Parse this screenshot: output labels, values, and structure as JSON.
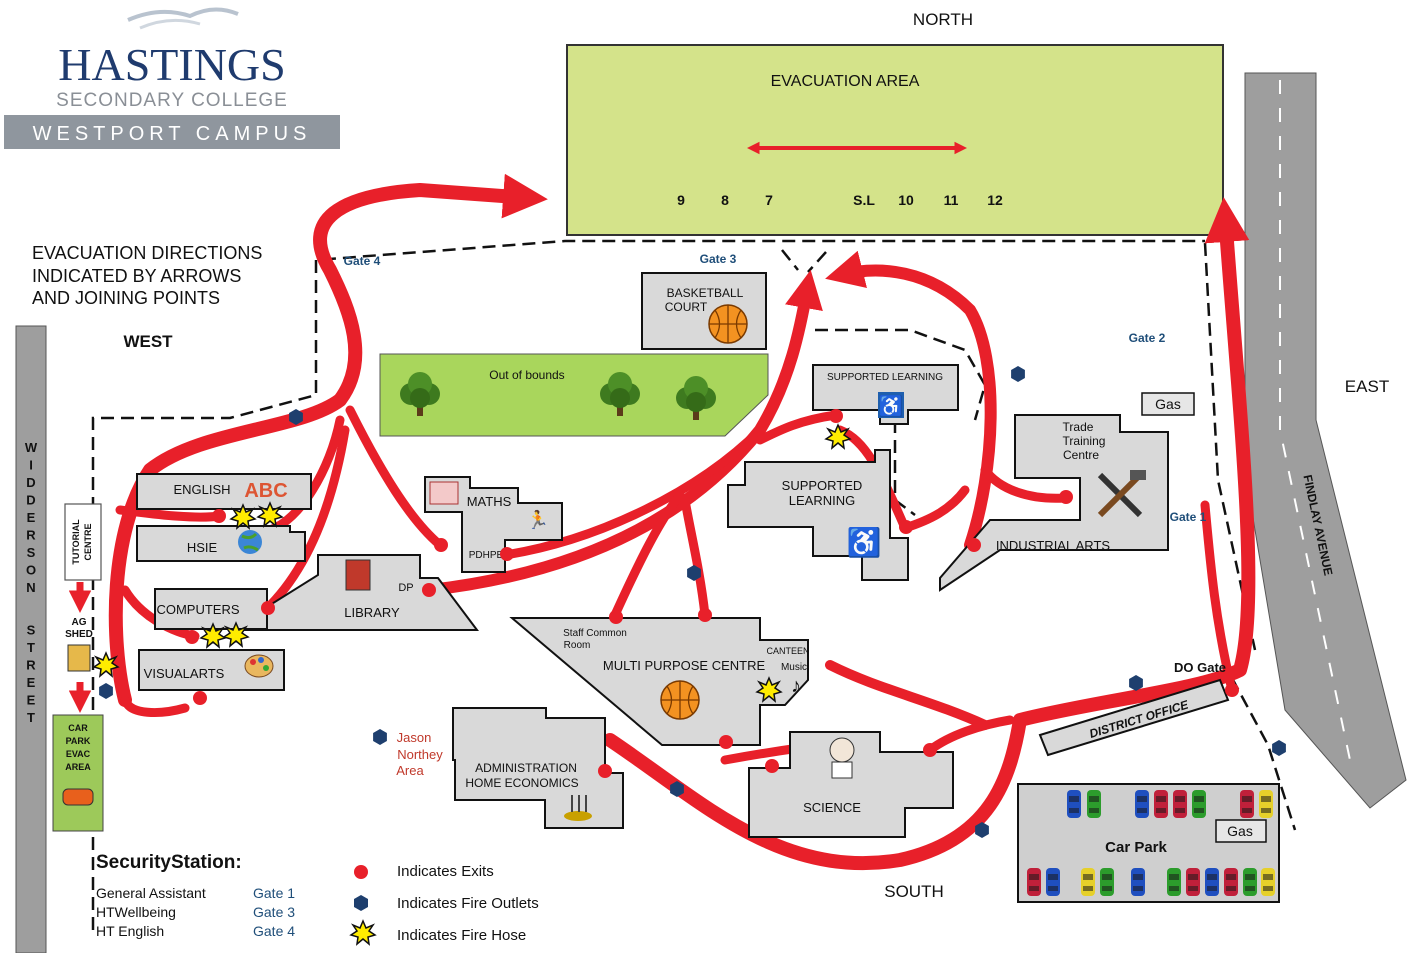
{
  "header": {
    "school": "HASTINGS",
    "college": "SECONDARY COLLEGE",
    "campus": "WESTPORT CAMPUS"
  },
  "compass": {
    "north": "NORTH",
    "south": "SOUTH",
    "east": "EAST",
    "west": "WEST"
  },
  "directions_note": [
    "EVACUATION DIRECTIONS",
    "INDICATED BY ARROWS",
    "AND JOINING POINTS"
  ],
  "evacuation": {
    "title": "EVACUATION AREA",
    "points": [
      "9",
      "8",
      "7",
      "S.L",
      "10",
      "11",
      "12"
    ]
  },
  "streets": {
    "west": "WIDDERSON STREET",
    "east": "FINDLAY AVENUE"
  },
  "gates": {
    "gate4": "Gate 4",
    "gate3": "Gate 3",
    "gate2": "Gate 2",
    "gate1": "Gate 1",
    "do_gate": "DO Gate"
  },
  "buildings": {
    "basketball": [
      "BASKETBALL",
      "COURT"
    ],
    "out_of_bounds": "Out of bounds",
    "supported_learning_top": "SUPPORTED LEARNING",
    "gas_top": "Gas",
    "trade_training": [
      "Trade",
      "Training",
      "Centre"
    ],
    "english": "ENGLISH",
    "hsie": "HSIE",
    "maths": "MATHS",
    "pdhpe": "PDHPE",
    "supported_learning": [
      "SUPPORTED",
      "LEARNING"
    ],
    "industrial_arts": "INDUSTRIAL ARTS",
    "tutorial_centre": [
      "TUTORIAL",
      "CENTRE"
    ],
    "library": "LIBRARY",
    "dp": "DP",
    "computers": "COMPUTERS",
    "ag_shed": [
      "AG",
      "SHED"
    ],
    "visual_arts": "VISUALARTS",
    "staff_room": [
      "Staff Common",
      "Room"
    ],
    "mpc": "MULTI PURPOSE CENTRE",
    "canteen": "CANTEEN",
    "music": "Music",
    "district_office": "DISTRICT OFFICE",
    "car_park_evac": [
      "CAR",
      "PARK",
      "EVAC",
      "AREA"
    ],
    "jason_northey": [
      "Jason",
      "Northey",
      "Area"
    ],
    "admin": [
      "ADMINISTRATION",
      "HOME ECONOMICS"
    ],
    "science": "SCIENCE",
    "car_park": "Car Park",
    "gas_car_park": "Gas"
  },
  "security": {
    "title": "SecurityStation:",
    "rows": [
      {
        "role": "General Assistant",
        "gate": "Gate 1"
      },
      {
        "role": "HTWellbeing",
        "gate": "Gate 3"
      },
      {
        "role": "HT English",
        "gate": "Gate 4"
      }
    ]
  },
  "legend": {
    "exits": "Indicates Exits",
    "outlets": "Indicates Fire Outlets",
    "hose": "Indicates Fire Hose"
  },
  "colors": {
    "route": "#e8202a",
    "evacuation_area": "#d4e38a",
    "out_of_bounds": "#a9d65c",
    "car_park_evac": "#9dc95a",
    "fire_outlet": "#1e3f6e",
    "logo_blue": "#1f3b6e"
  }
}
